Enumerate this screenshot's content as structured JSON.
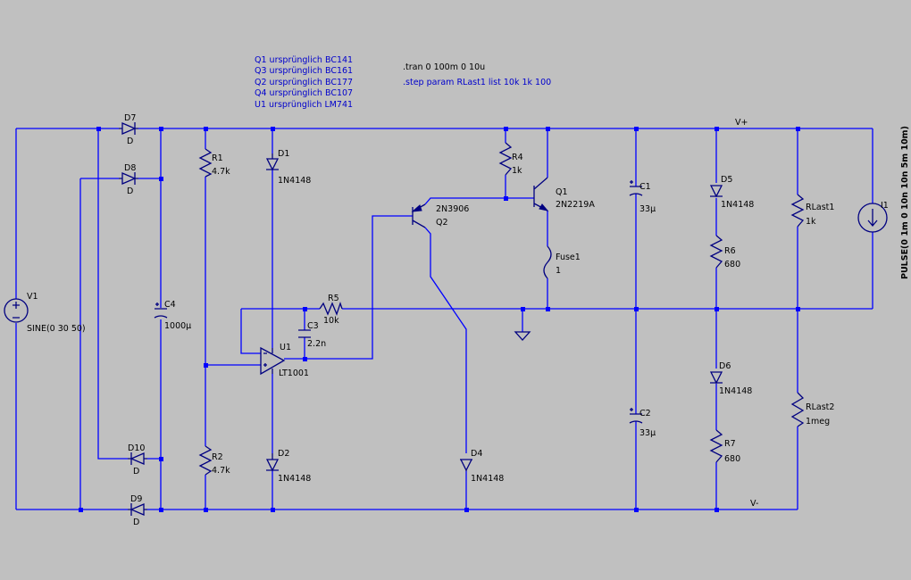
{
  "notes": {
    "substitutions": [
      "Q1 ursprünglich BC141",
      "Q3 ursprünglich BC161",
      "Q2 ursprünglich BC177",
      "Q4 ursprünglich BC107",
      "U1 ursprünglich LM741"
    ],
    "tran": ".tran 0 100m 0 10u",
    "step": ".step param RLast1 list 10k 1k 100"
  },
  "nets": {
    "vplus": "V+",
    "vminus": "V-"
  },
  "components": {
    "V1": {
      "name": "V1",
      "value": "SINE(0 30 50)"
    },
    "D7": {
      "name": "D7",
      "value": "D"
    },
    "D8": {
      "name": "D8",
      "value": "D"
    },
    "D9": {
      "name": "D9",
      "value": "D"
    },
    "D10": {
      "name": "D10",
      "value": "D"
    },
    "C4": {
      "name": "C4",
      "value": "1000µ"
    },
    "R1": {
      "name": "R1",
      "value": "4.7k"
    },
    "R2": {
      "name": "R2",
      "value": "4.7k"
    },
    "D1": {
      "name": "D1",
      "value": "1N4148"
    },
    "D2": {
      "name": "D2",
      "value": "1N4148"
    },
    "U1": {
      "name": "U1",
      "value": "LT1001"
    },
    "C3": {
      "name": "C3",
      "value": "2.2n"
    },
    "R5": {
      "name": "R5",
      "value": "10k"
    },
    "Q2": {
      "name": "Q2",
      "value": "2N3906"
    },
    "D4": {
      "name": "D4",
      "value": "1N4148"
    },
    "R4": {
      "name": "R4",
      "value": "1k"
    },
    "Q1": {
      "name": "Q1",
      "value": "2N2219A"
    },
    "Fuse1": {
      "name": "Fuse1",
      "value": "1"
    },
    "C1": {
      "name": "C1",
      "value": "33µ"
    },
    "C2": {
      "name": "C2",
      "value": "33µ"
    },
    "D5": {
      "name": "D5",
      "value": "1N4148"
    },
    "R6": {
      "name": "R6",
      "value": "680"
    },
    "D6": {
      "name": "D6",
      "value": "1N4148"
    },
    "R7": {
      "name": "R7",
      "value": "680"
    },
    "RLast1": {
      "name": "RLast1",
      "value": "1k"
    },
    "RLast2": {
      "name": "RLast2",
      "value": "1meg"
    },
    "I1": {
      "name": "I1",
      "value": "PULSE(0 1m 0 10n 10n 5m 10m)"
    }
  }
}
